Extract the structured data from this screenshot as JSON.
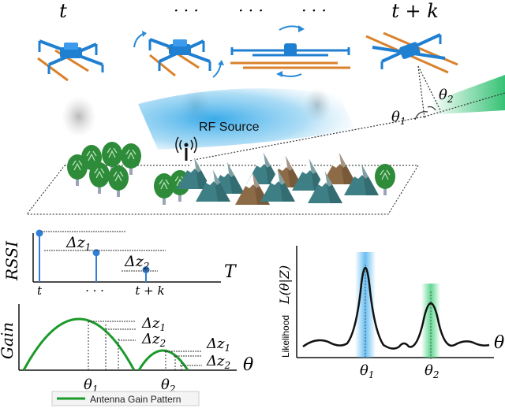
{
  "top_labels": {
    "t": "t",
    "dots1": "· · ·",
    "dots2": "· · ·",
    "dots3": "· · ·",
    "tk": "t + k"
  },
  "scene": {
    "rf_source": "RF Source",
    "theta1": "θ",
    "theta1_sub": "1",
    "theta2": "θ",
    "theta2_sub": "2"
  },
  "rssi_plot": {
    "ylabel": "RSSI",
    "xlabel": "T",
    "dz1": "Δz",
    "dz1_sub": "1",
    "dz2": "Δz",
    "dz2_sub": "2",
    "tick_t": "t",
    "tick_dots": "· · ·",
    "tick_tk": "t + k",
    "stem_levels": [
      1.0,
      0.6,
      0.25
    ]
  },
  "gain_plot": {
    "ylabel": "Gain",
    "xlabel": "θ",
    "dz1": "Δz",
    "dz1_sub": "1",
    "dz2": "Δz",
    "dz2_sub": "2",
    "dz1b": "Δz",
    "dz1b_sub": "1",
    "dz2b": "Δz",
    "dz2b_sub": "2",
    "theta1": "θ",
    "theta1_sub": "1",
    "theta2": "θ",
    "theta2_sub": "2",
    "legend": "Antenna Gain Pattern"
  },
  "likelihood_plot": {
    "ylabel": "Likelihood",
    "ylabel_math": "L(θ|Z)",
    "xlabel": "θ",
    "theta1": "θ",
    "theta1_sub": "1",
    "theta2": "θ",
    "theta2_sub": "2"
  },
  "colors": {
    "drone_blue": "#1f7fd1",
    "antenna_orange": "#d9822b",
    "beam_blue": "#3aa9e6",
    "beam_green": "#2bbf6e",
    "tree_green": "#2e8b3a",
    "mountain_teal": "#3e7f86",
    "mountain_brown": "#8d6b47",
    "stem_blue": "#2f7fd8",
    "gain_green": "#1a9a2a",
    "likelihood_line": "#111111"
  }
}
